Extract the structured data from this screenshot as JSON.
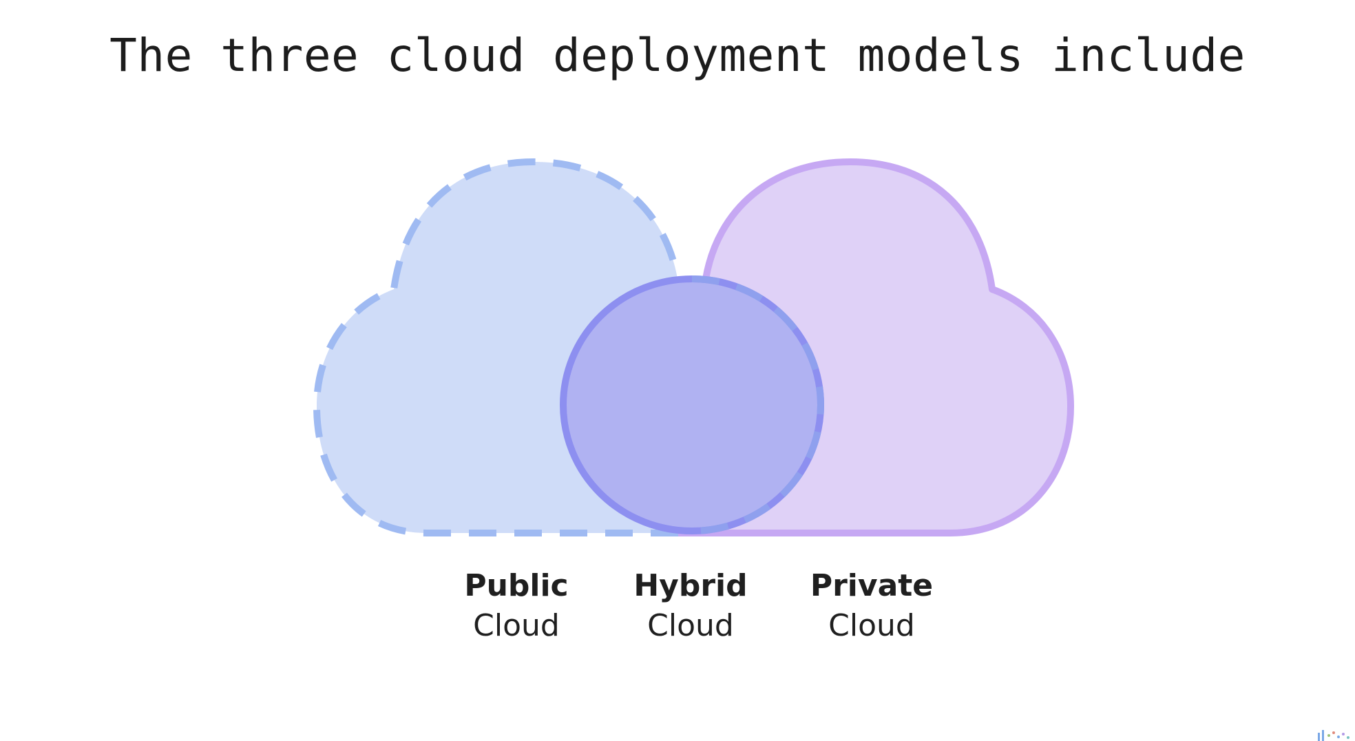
{
  "slide": {
    "title": "The three cloud deployment models include"
  },
  "labels": {
    "public": {
      "line1": "Public",
      "line2": "Cloud"
    },
    "hybrid": {
      "line1": "Hybrid",
      "line2": "Cloud"
    },
    "private": {
      "line1": "Private",
      "line2": "Cloud"
    }
  },
  "colors": {
    "public_fill": "#cfdcf8",
    "public_stroke": "#9fbaf2",
    "private_fill": "#dfd1f7",
    "private_stroke": "#c6a8f3",
    "hybrid_fill": "#b0b2f2",
    "hybrid_stroke": "#8d8ff0",
    "text": "#1f1f1f"
  }
}
